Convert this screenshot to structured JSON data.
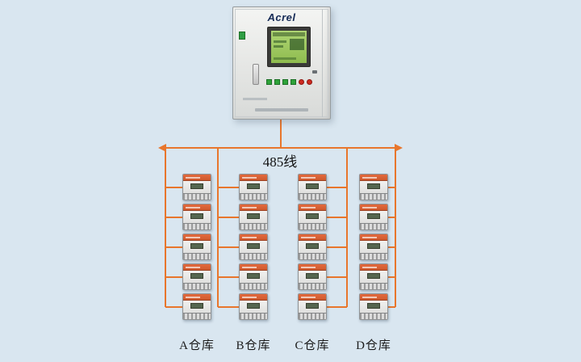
{
  "cabinet": {
    "brand": "Acrel"
  },
  "bus": {
    "label": "485线"
  },
  "columns": [
    {
      "label": "A仓库"
    },
    {
      "label": "B仓库"
    },
    {
      "label": "C仓库"
    },
    {
      "label": "D仓库"
    }
  ],
  "device_grid": {
    "columns": 4,
    "rows_per_column": 5
  },
  "colors": {
    "background": "#d9e6f0",
    "wire": "#e8762c",
    "cabinet-body": "#e9eae8",
    "lcd-green": "#8fbc4f",
    "meter-stripe": "#cf5a2e"
  }
}
